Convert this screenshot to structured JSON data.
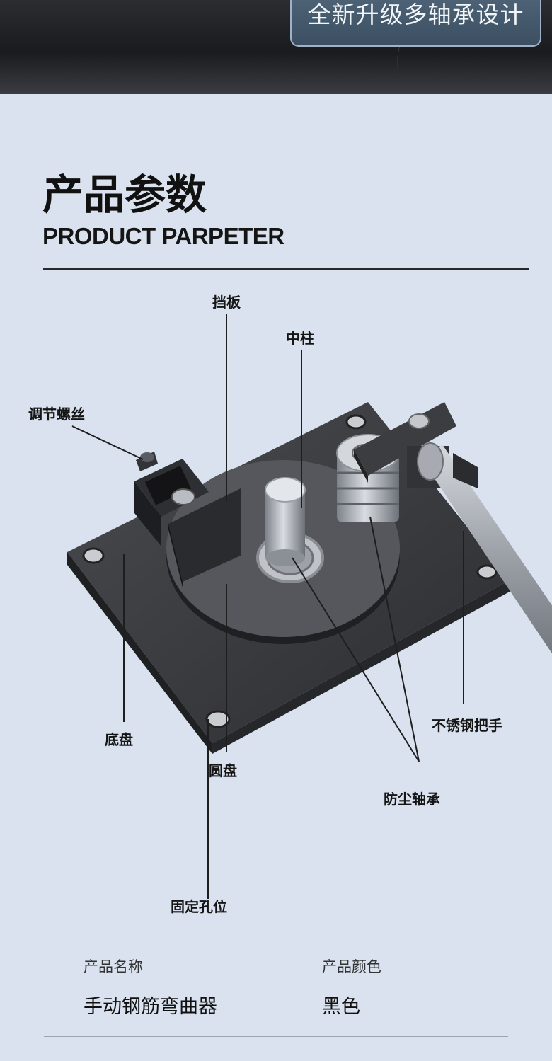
{
  "banner": {
    "badge_text": "全新升级多轴承设计"
  },
  "header": {
    "title_cn": "产品参数",
    "title_en": "PRODUCT PARPETER"
  },
  "labels": {
    "baffle": "挡板",
    "center_post": "中柱",
    "adjust_screw": "调节螺丝",
    "base_plate": "底盘",
    "disc": "圆盘",
    "stainless_handle": "不锈钢把手",
    "dustproof_bearing": "防尘轴承",
    "fixing_hole": "固定孔位"
  },
  "specs": {
    "name_key": "产品名称",
    "name_value": "手动钢筋弯曲器",
    "color_key": "产品颜色",
    "color_value": "黑色"
  },
  "colors": {
    "background": "#d9e2ee",
    "badge": "#4a5e72",
    "metal_dark": "#3a3b3e",
    "metal_light": "#b8bcc2"
  }
}
